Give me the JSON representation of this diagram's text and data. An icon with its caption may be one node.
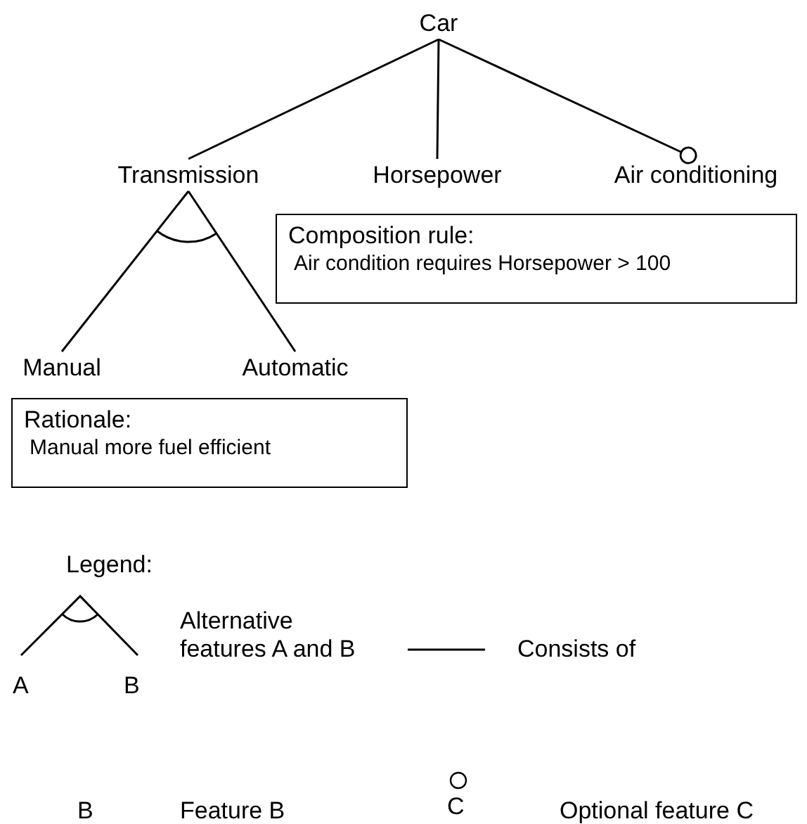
{
  "diagram": {
    "nodes": [
      {
        "text": [
          "Car"
        ]
      },
      {
        "text": [
          "Transmission"
        ]
      },
      {
        "text": [
          "Horsepower"
        ]
      },
      {
        "text": [
          "Air conditioning"
        ]
      },
      {
        "text": [
          "Composition rule:",
          "Air condition requires Horsepower > 100"
        ]
      },
      {
        "text": [
          "Manual"
        ]
      },
      {
        "text": [
          "Automatic"
        ]
      },
      {
        "text": [
          "Rationale:",
          "Manual more fuel efficient"
        ]
      }
    ],
    "edges": [
      {
        "from": 0,
        "to": 1,
        "arrow": "none"
      },
      {
        "from": 0,
        "to": 2,
        "arrow": "none"
      },
      {
        "from": 0,
        "to": 3,
        "arrow": "other"
      },
      {
        "from": 1,
        "to": 5,
        "arrow": "none"
      },
      {
        "from": 1,
        "to": 6,
        "arrow": "none"
      }
    ],
    "labels": [
      "Legend:",
      "A",
      "B",
      "B",
      "C"
    ],
    "legend": [
      {
        "text": "Alternative features A and B"
      },
      {
        "text": "Consists of"
      },
      {
        "text": "Feature B"
      },
      {
        "text": "Optional feature C"
      }
    ]
  }
}
